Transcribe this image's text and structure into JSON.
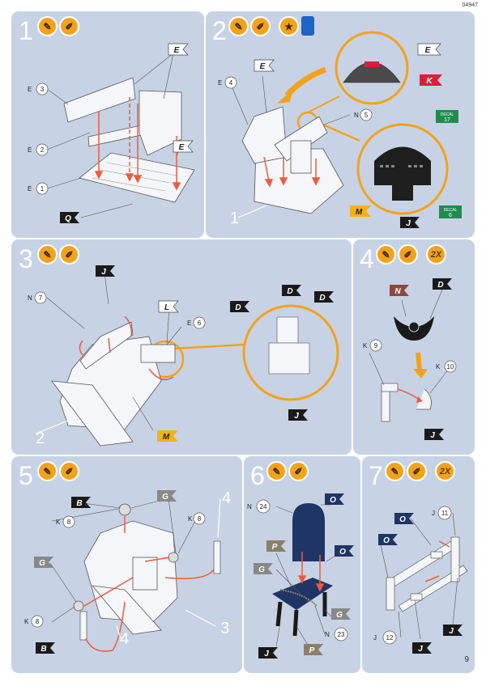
{
  "page_id": "04947",
  "page_number": "9",
  "colors": {
    "panel": "#c7d3e4",
    "accent": "#f3a21b",
    "arrow": "#f05a3c",
    "navy": "#1f3566",
    "black": "#1a1a1a"
  },
  "icons": {
    "glue": "glue-bottle-icon",
    "paint": "paint-brush-icon",
    "decal": "decal-sheet-icon",
    "water": "water-dish-icon"
  },
  "steps": [
    {
      "number": "1"
    },
    {
      "number": "2"
    },
    {
      "number": "3"
    },
    {
      "number": "4",
      "multiplier": "2X"
    },
    {
      "number": "5"
    },
    {
      "number": "6"
    },
    {
      "number": "7",
      "multiplier": "2X"
    }
  ],
  "flags": {
    "E": "E",
    "Q": "Q",
    "K": "K",
    "M": "M",
    "J": "J",
    "L": "L",
    "D": "D",
    "N": "N",
    "G": "G",
    "B": "B",
    "O": "O",
    "P": "P"
  },
  "decals": [
    {
      "label": "DECAL",
      "number": "17"
    },
    {
      "label": "DECAL",
      "number": "6"
    }
  ],
  "parts": {
    "s1": [
      {
        "sprue": "E",
        "num": "3"
      },
      {
        "sprue": "E",
        "num": "2"
      },
      {
        "sprue": "E",
        "num": "1"
      }
    ],
    "s2": [
      {
        "sprue": "E",
        "num": "4"
      },
      {
        "sprue": "N",
        "num": "5"
      }
    ],
    "s3": [
      {
        "sprue": "N",
        "num": "7"
      },
      {
        "sprue": "E",
        "num": "6"
      }
    ],
    "s4": [
      {
        "sprue": "K",
        "num": "9"
      },
      {
        "sprue": "K",
        "num": "10"
      }
    ],
    "s5": [
      {
        "sprue": "K",
        "num": "8"
      },
      {
        "sprue": "K",
        "num": "8"
      },
      {
        "sprue": "K",
        "num": "8"
      }
    ],
    "s6": [
      {
        "sprue": "N",
        "num": "24"
      },
      {
        "sprue": "N",
        "num": "23"
      }
    ],
    "s7": [
      {
        "sprue": "J",
        "num": "11"
      },
      {
        "sprue": "J",
        "num": "12"
      }
    ]
  },
  "assembly_refs": {
    "s2": "1",
    "s3": "2",
    "s5_a": "3",
    "s5_b": "4",
    "s5_c": "4"
  }
}
